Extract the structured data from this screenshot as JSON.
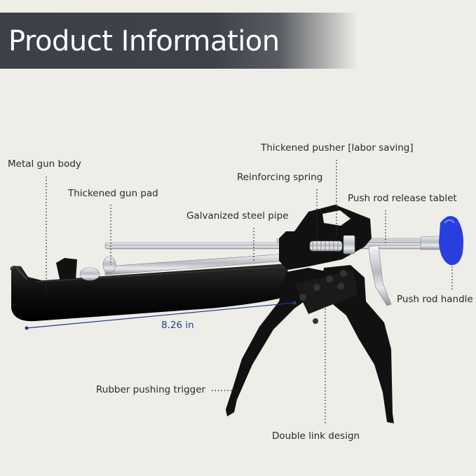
{
  "header": {
    "title": "Product Information"
  },
  "callouts": {
    "metal_gun_body": "Metal gun body",
    "thickened_gun_pad": "Thickened gun pad",
    "galvanized_steel_pipe": "Galvanized steel pipe",
    "reinforcing_spring": "Reinforcing spring",
    "thickened_pusher": "Thickened pusher [labor saving]",
    "push_rod_release_tablet": "Push rod release tablet",
    "push_rod_handle": "Push rod handle",
    "rubber_pushing_trigger": "Rubber pushing trigger",
    "double_link_design": "Double link design"
  },
  "dimension": {
    "barrel_length": "8.26 in"
  },
  "colors": {
    "background": "#eeede8",
    "banner": "#3e424a",
    "gun_body": "#111111",
    "chrome": "#c9ccd0",
    "handle_blue": "#2a3ee0",
    "dimension_line": "#1f3c8f"
  }
}
